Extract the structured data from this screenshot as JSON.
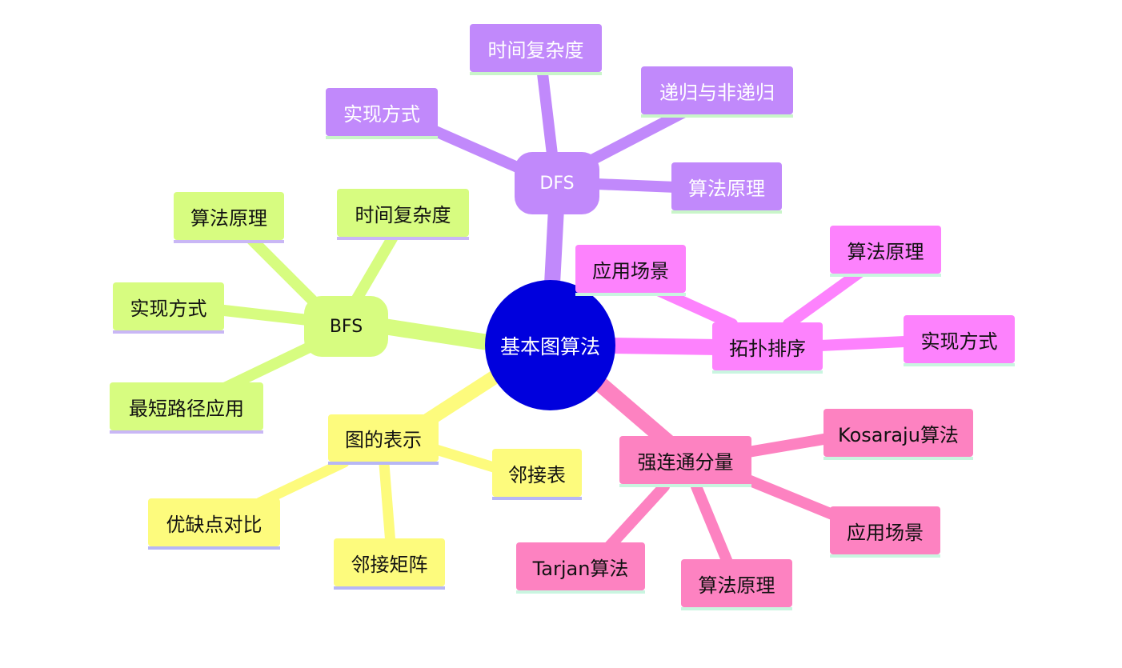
{
  "colors": {
    "center": "#0000dd",
    "dfs": "#c189fb",
    "bfs": "#d7fc80",
    "repr": "#fdfb7d",
    "topo": "#fd82fd",
    "scc": "#fd82c1",
    "underline_green": "#c9f5c9",
    "underline_purple": "#c9b7f5",
    "underline_blue": "#b7b7f5",
    "underline_mint": "#c9f5e0"
  },
  "mindmap": {
    "center": "基本图算法",
    "dfs": {
      "label": "DFS",
      "children": [
        "时间复杂度",
        "递归与非递归",
        "实现方式",
        "算法原理"
      ]
    },
    "bfs": {
      "label": "BFS",
      "children": [
        "算法原理",
        "时间复杂度",
        "实现方式",
        "最短路径应用"
      ]
    },
    "repr": {
      "label": "图的表示",
      "children": [
        "邻接表",
        "优缺点对比",
        "邻接矩阵"
      ]
    },
    "topo": {
      "label": "拓扑排序",
      "children": [
        "应用场景",
        "算法原理",
        "实现方式"
      ]
    },
    "scc": {
      "label": "强连通分量",
      "children": [
        "Kosaraju算法",
        "应用场景",
        "Tarjan算法",
        "算法原理"
      ]
    }
  }
}
